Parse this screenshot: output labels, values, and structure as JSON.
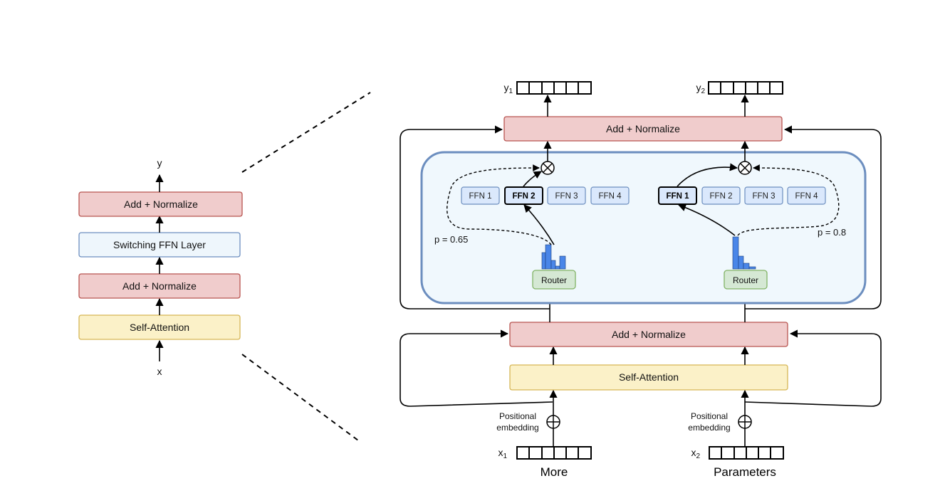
{
  "left_block": {
    "output_label": "y",
    "input_label": "x",
    "add_norm_top": "Add + Normalize",
    "switching_ffn": "Switching FFN Layer",
    "add_norm_bottom": "Add + Normalize",
    "self_attention": "Self-Attention"
  },
  "right_block": {
    "add_norm_top": "Add + Normalize",
    "add_norm_bottom": "Add + Normalize",
    "self_attention": "Self-Attention",
    "positional_embedding_line1": "Positional",
    "positional_embedding_line2": "embedding",
    "token1": {
      "input_label": "x",
      "input_sub": "1",
      "output_label": "y",
      "output_sub": "1",
      "word": "More",
      "router": "Router",
      "probability": "p = 0.65",
      "experts": [
        "FFN 1",
        "FFN 2",
        "FFN 3",
        "FFN 4"
      ],
      "selected_expert": "FFN 2"
    },
    "token2": {
      "input_label": "x",
      "input_sub": "2",
      "output_label": "y",
      "output_sub": "2",
      "word": "Parameters",
      "router": "Router",
      "probability": "p = 0.8",
      "experts": [
        "FFN 1",
        "FFN 2",
        "FFN 3",
        "FFN 4"
      ],
      "selected_expert": "FFN 1"
    }
  },
  "colors": {
    "add_norm_fill": "#f0cccc",
    "add_norm_stroke": "#b85450",
    "switching_fill": "#eef6fc",
    "switching_stroke": "#6c8ebf",
    "attention_fill": "#fbf1c8",
    "attention_stroke": "#d6b656",
    "router_fill": "#d5e8d4",
    "router_stroke": "#82b366",
    "expert_fill": "#dae8fc",
    "expert_stroke": "#6c8ebf",
    "moe_region_fill": "#f0f8fd",
    "moe_region_stroke": "#6c8ebf",
    "router_bar": "#4a86e8"
  }
}
